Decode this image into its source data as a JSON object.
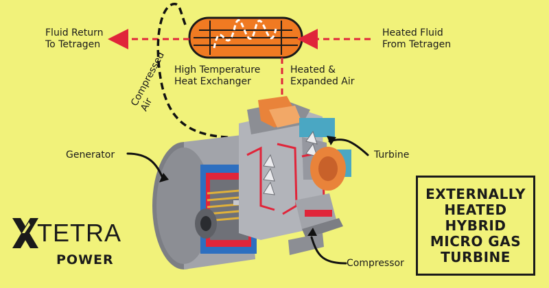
{
  "labels": {
    "fluid_return": [
      "Fluid Return",
      "To Tetragen"
    ],
    "heated_fluid": [
      "Heated Fluid",
      "From Tetragen"
    ],
    "heat_exchanger": [
      "High Temperature",
      "Heat Exchanger"
    ],
    "heated_air": [
      "Heated &",
      "Expanded Air"
    ],
    "compressed_air": [
      "Compressed",
      "Air"
    ],
    "generator": "Generator",
    "turbine": "Turbine",
    "compressor": "Compressor"
  },
  "title_lines": [
    "EXTERNALLY",
    "HEATED",
    "HYBRID",
    "MICRO GAS",
    "TURBINE"
  ],
  "logo": {
    "word": "TETRA",
    "sub": "POWER"
  },
  "colors": {
    "background": "#f1f27a",
    "exchanger": "#f07a22",
    "flow_arrows": "#e0253a",
    "casing": "#9a9ca2",
    "cutaway": "#e0253a",
    "coolant": "#2d6fc0",
    "hot_section": "#e9833a"
  }
}
